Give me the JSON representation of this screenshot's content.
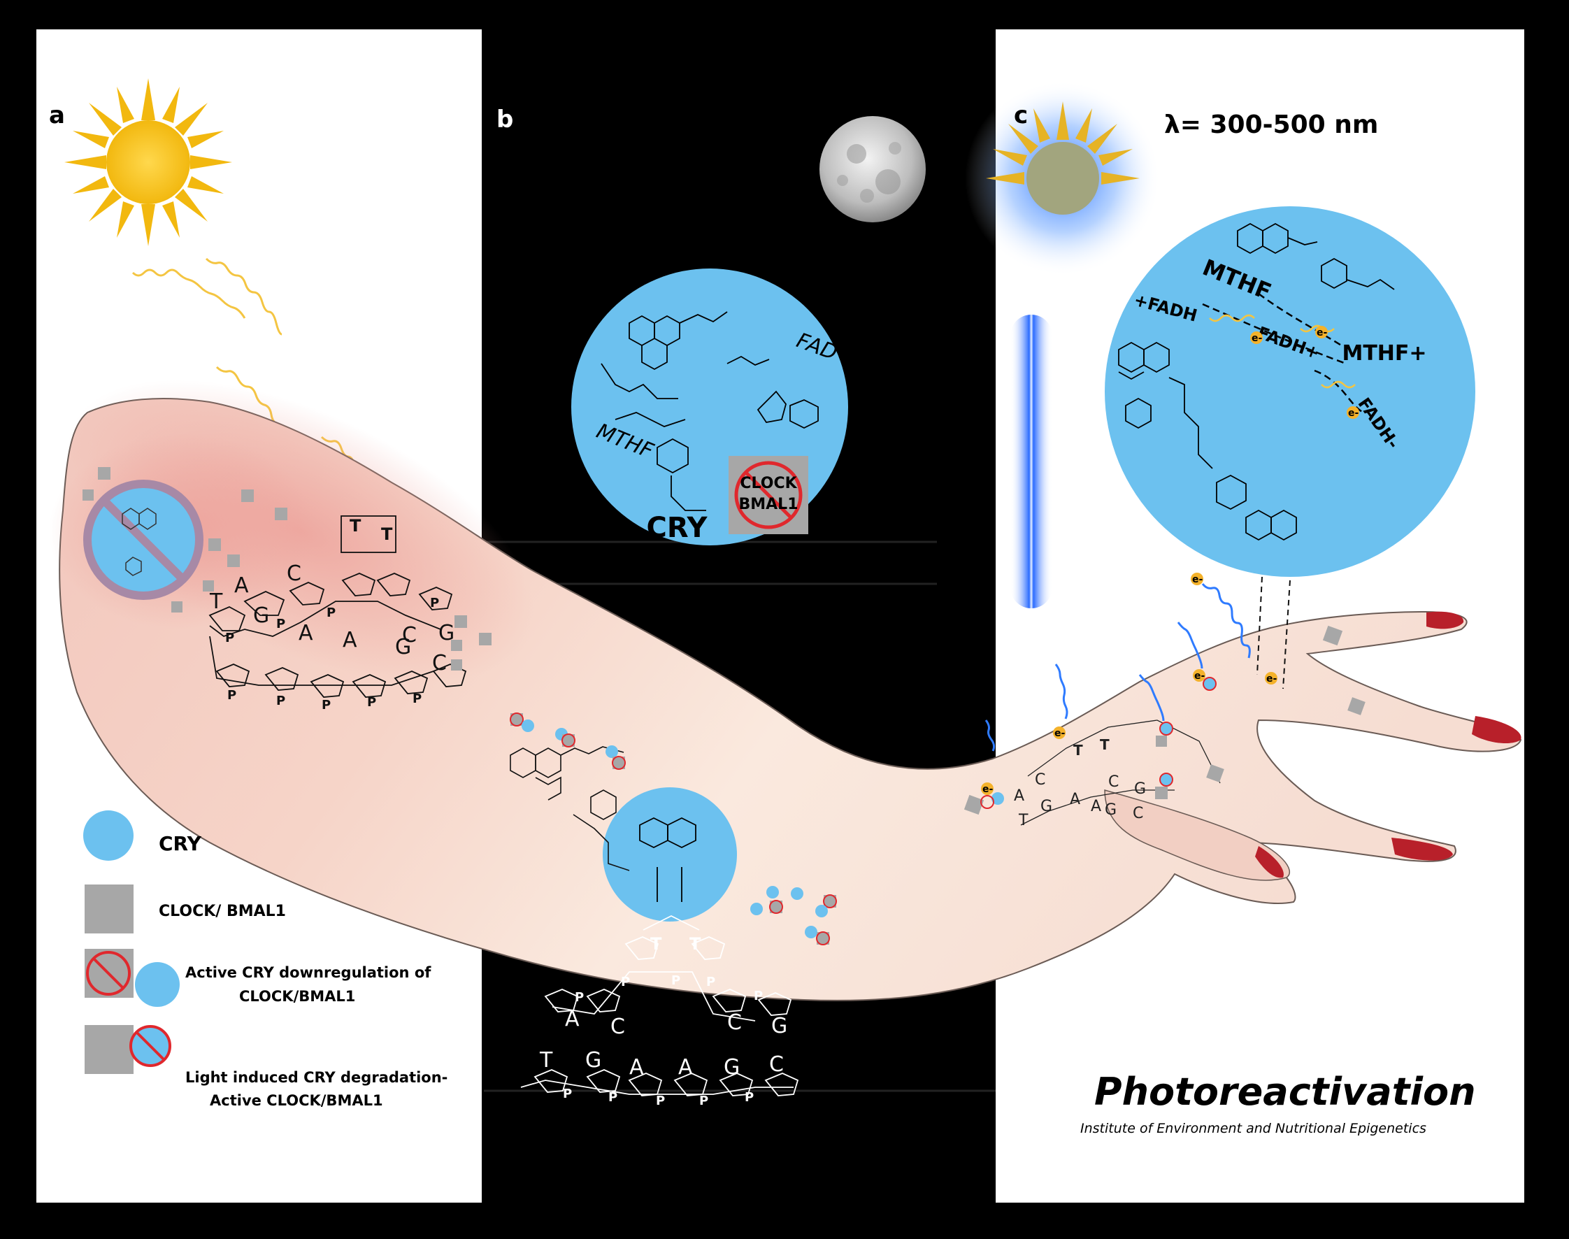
{
  "panels": {
    "a": {
      "label": "a"
    },
    "b": {
      "label": "b"
    },
    "c": {
      "label": "c",
      "wavelength": "λ= 300-500 nm"
    }
  },
  "cry_b": {
    "title": "CRY",
    "fad": "FAD",
    "mthf": "MTHF",
    "clock_1": "CLOCK",
    "clock_2": "BMAL1"
  },
  "cry_c": {
    "mthf": "MTHF",
    "mthf_plus": "MTHF+",
    "fadh_plus_left": "+FADH",
    "fadh_plus": "FADH+",
    "fadh_minus": "FADH-"
  },
  "dna_bases": {
    "top": [
      "A",
      "C",
      "C",
      "G"
    ],
    "bottom": [
      "T",
      "G",
      "A",
      "A",
      "G",
      "C"
    ],
    "dimer": [
      "T",
      "T"
    ],
    "phosphate": "P"
  },
  "electron": "e-",
  "legend": {
    "cry": "CRY",
    "clock": "CLOCK/ BMAL1",
    "active_1": "Active CRY downregulation of",
    "active_2": "CLOCK/BMAL1",
    "light_1": "Light induced CRY degradation-",
    "light_2": "Active CLOCK/BMAL1"
  },
  "footer": {
    "title": "Photoreactivation",
    "institute": "Institute of Environment and Nutritional Epigenetics"
  },
  "colors": {
    "cry_blue": "#6cc1ef",
    "clock_gray": "#a7a7a7",
    "inhibit_red": "#e0282d",
    "sun_yellow": "#f4c542",
    "skin": "#f7ddd0",
    "uv_blue": "#2f7bff",
    "nail_red": "#b8202a"
  }
}
